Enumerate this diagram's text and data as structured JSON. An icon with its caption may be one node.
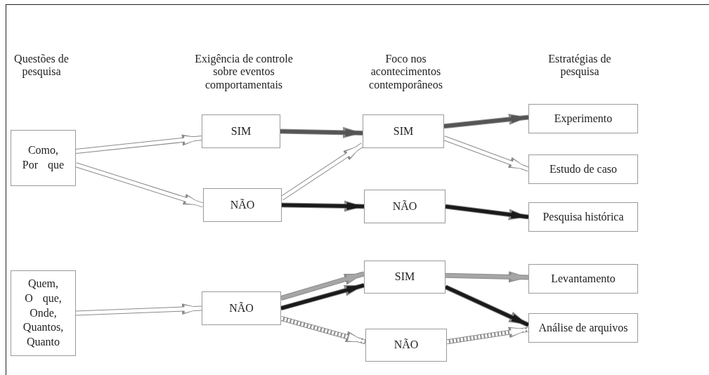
{
  "diagram": {
    "nodes": [
      {
        "text": [
          "Como, Por que"
        ]
      },
      {
        "text": [
          "SIM"
        ]
      },
      {
        "text": [
          "NÃO"
        ]
      },
      {
        "text": [
          "SIM"
        ]
      },
      {
        "text": [
          "NÃO"
        ]
      },
      {
        "text": [
          "Experimento"
        ]
      },
      {
        "text": [
          "Estudo de caso"
        ]
      },
      {
        "text": [
          "Pesquisa histórica"
        ]
      },
      {
        "text": [
          "Quem, O que, Onde, Quantos, Quanto"
        ]
      },
      {
        "text": [
          "NÃO"
        ]
      },
      {
        "text": [
          "SIM"
        ]
      },
      {
        "text": [
          "NÃO"
        ]
      },
      {
        "text": [
          "Levantamento"
        ]
      },
      {
        "text": [
          "Análise de arquivos"
        ]
      }
    ],
    "edges": [
      {
        "from": 0,
        "to": 1,
        "arrow": "to"
      },
      {
        "from": 0,
        "to": 2,
        "arrow": "to"
      },
      {
        "from": 1,
        "to": 3,
        "arrow": "to",
        "color": "#555555"
      },
      {
        "from": 2,
        "to": 3,
        "arrow": "to"
      },
      {
        "from": 2,
        "to": 4,
        "arrow": "to",
        "color": "#1a1a1a"
      },
      {
        "from": 3,
        "to": 5,
        "arrow": "to",
        "color": "#555555"
      },
      {
        "from": 3,
        "to": 6,
        "arrow": "to"
      },
      {
        "from": 4,
        "to": 7,
        "arrow": "to",
        "color": "#1a1a1a"
      },
      {
        "from": 8,
        "to": 9,
        "arrow": "to"
      },
      {
        "from": 9,
        "to": 10,
        "arrow": "to",
        "color": "#a6a6a6"
      },
      {
        "from": 9,
        "to": 10,
        "arrow": "to",
        "color": "#1a1a1a"
      },
      {
        "from": 9,
        "to": 11,
        "arrow": "to",
        "style": "dashed"
      },
      {
        "from": 10,
        "to": 12,
        "arrow": "to",
        "color": "#a6a6a6"
      },
      {
        "from": 10,
        "to": 13,
        "arrow": "to",
        "color": "#1a1a1a"
      },
      {
        "from": 11,
        "to": 13,
        "arrow": "to",
        "style": "dashed"
      }
    ],
    "labels": [
      "Questões de pesquisa",
      "Exigência de controle sobre eventos comportamentais",
      "Foco nos acontecimentos contemporâneos",
      "Estratégias de pesquisa"
    ]
  }
}
